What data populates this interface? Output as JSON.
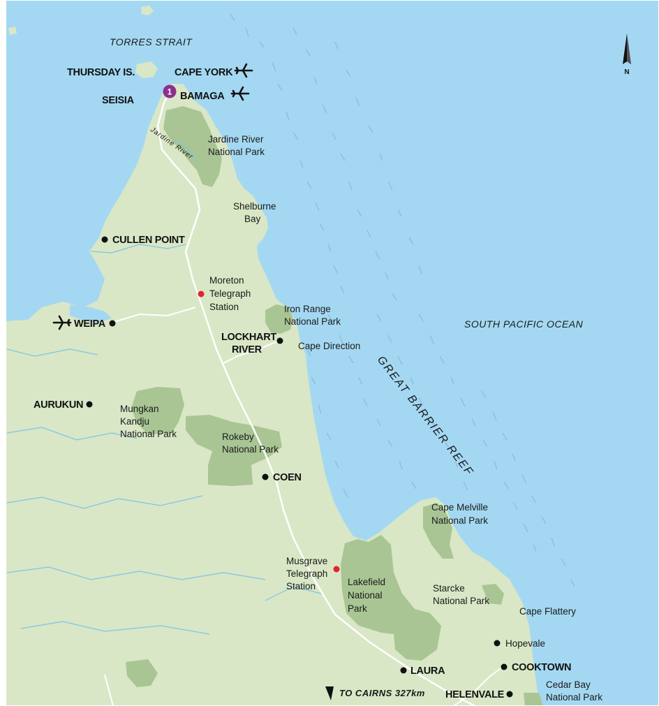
{
  "colors": {
    "sea": "#a4d8f2",
    "land": "#d9e7c6",
    "park": "#a9c594",
    "reef": "#8fbbd6",
    "road": "#ffffff",
    "river": "#7fc3e6",
    "town_dot": "#111111",
    "station_dot": "#e0262e",
    "marker": "#8c2f8e"
  },
  "labels": {
    "torres_strait": "TORRES STRAIT",
    "thursday_is": "THURSDAY IS.",
    "cape_york": "CAPE YORK",
    "bamaga": "BAMAGA",
    "seisia": "SEISIA",
    "jardine_river": "Jardine River",
    "jardine_park_1": "Jardine River",
    "jardine_park_2": "National Park",
    "shelburne_1": "Shelburne",
    "shelburne_2": "Bay",
    "cullen_point": "CULLEN POINT",
    "moreton_1": "Moreton",
    "moreton_2": "Telegraph",
    "moreton_3": "Station",
    "iron_range_1": "Iron Range",
    "iron_range_2": "National Park",
    "weipa": "WEIPA",
    "south_pacific": "SOUTH PACIFIC OCEAN",
    "lockhart_1": "LOCKHART",
    "lockhart_2": "RIVER",
    "cape_direction": "Cape Direction",
    "great_barrier_reef": "GREAT BARRIER REEF",
    "aurukun": "AURUKUN",
    "mungkan_1": "Mungkan",
    "mungkan_2": "Kandju",
    "mungkan_3": "National Park",
    "rokeby_1": "Rokeby",
    "rokeby_2": "National Park",
    "coen": "COEN",
    "cape_melville_1": "Cape Melville",
    "cape_melville_2": "National Park",
    "musgrave_1": "Musgrave",
    "musgrave_2": "Telegraph",
    "musgrave_3": "Station",
    "lakefield_1": "Lakefield",
    "lakefield_2": "National",
    "lakefield_3": "Park",
    "starcke_1": "Starcke",
    "starcke_2": "National Park",
    "cape_flattery": "Cape Flattery",
    "hopevale": "Hopevale",
    "cooktown": "COOKTOWN",
    "laura": "LAURA",
    "to_cairns": "TO CAIRNS 327km",
    "helenvale": "HELENVALE",
    "cedar_bay_1": "Cedar Bay",
    "cedar_bay_2": "National Park",
    "marker_number": "1",
    "north": "N"
  },
  "icons": {
    "airport": "airplane-icon",
    "north_arrow": "north-arrow-icon",
    "direction": "direction-arrow-icon"
  }
}
